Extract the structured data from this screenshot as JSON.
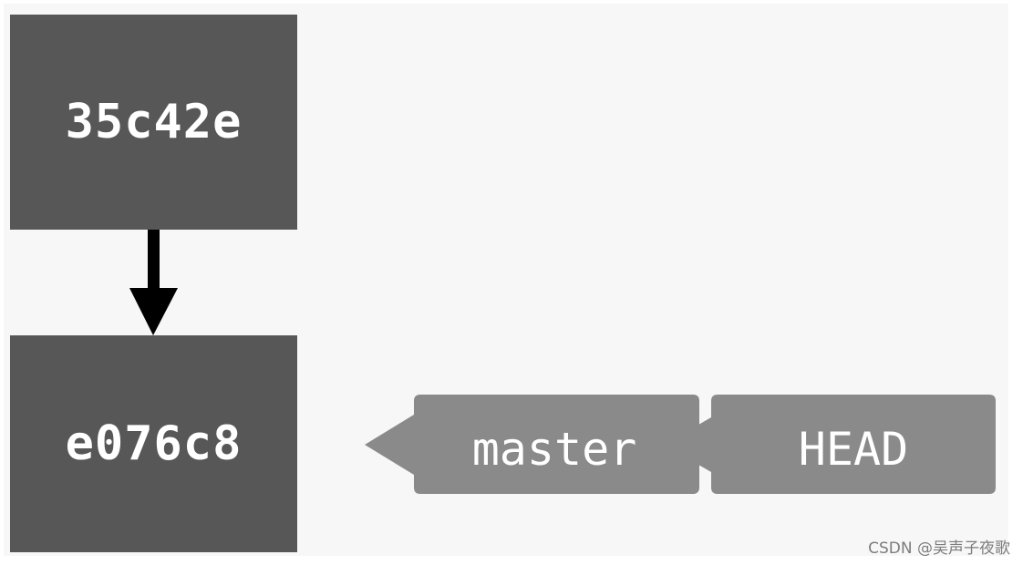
{
  "commits": [
    {
      "hash": "35c42e"
    },
    {
      "hash": "e076c8"
    }
  ],
  "refs": {
    "branch": "master",
    "head": "HEAD"
  },
  "watermark": "CSDN @吴声子夜歌",
  "colors": {
    "background": "#f7f7f7",
    "commit_fill": "#575757",
    "ref_fill": "#8a8a8a",
    "arrow": "#000000",
    "text": "#ffffff"
  }
}
